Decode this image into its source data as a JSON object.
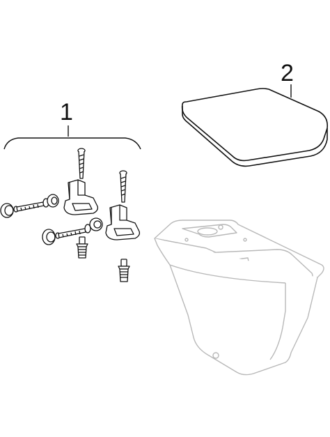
{
  "callouts": {
    "fixing_set": "1",
    "seat_cover": "2"
  },
  "parts": [
    {
      "id": "fixing_set",
      "number": "1"
    },
    {
      "id": "seat_cover",
      "number": "2"
    },
    {
      "id": "toilet_bowl",
      "number": ""
    }
  ],
  "colors": {
    "stroke": "#111111",
    "bowl_stroke": "#b8b8b8",
    "background": "#ffffff"
  }
}
